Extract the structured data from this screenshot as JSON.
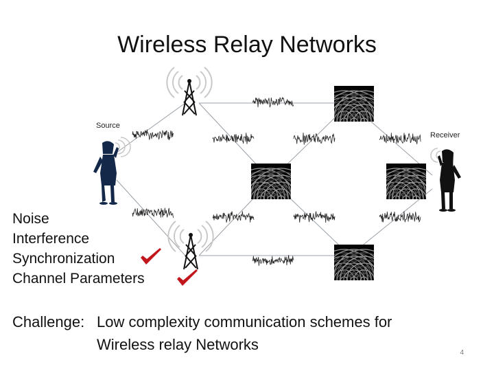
{
  "title": "Wireless Relay Networks",
  "labels": {
    "source": "Source",
    "receiver": "Receiver"
  },
  "issues": [
    "Noise",
    "Interference",
    "Synchronization",
    "Channel Parameters"
  ],
  "checked": [
    "Synchronization",
    "Channel Parameters"
  ],
  "challenge": {
    "label": "Challenge:",
    "line1": "Low complexity communication schemes for",
    "line2": "Wireless relay Networks"
  },
  "page_number": "4",
  "icons": [
    "antenna-tower-icon",
    "relay-node-icon",
    "person-phone-icon",
    "noise-waveform-icon",
    "check-icon"
  ],
  "colors": {
    "check": "#c0161c",
    "person": "#14284a"
  }
}
